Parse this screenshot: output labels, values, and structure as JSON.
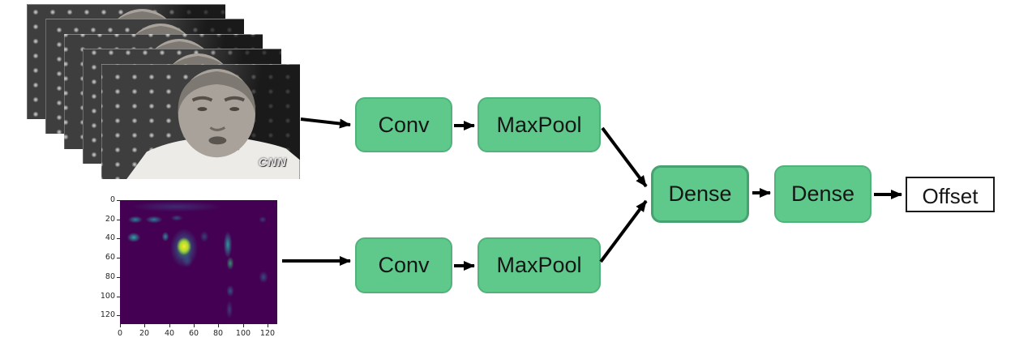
{
  "figure": {
    "type": "neural-network-architecture-diagram",
    "background": "#ffffff"
  },
  "nodes": {
    "conv_top": {
      "label": "Conv"
    },
    "maxpool_top": {
      "label": "MaxPool"
    },
    "conv_bottom": {
      "label": "Conv"
    },
    "maxpool_bottom": {
      "label": "MaxPool"
    },
    "dense_1": {
      "label": "Dense"
    },
    "dense_2": {
      "label": "Dense"
    },
    "offset_output": {
      "label": "Offset"
    }
  },
  "colors": {
    "node_fill": "#5fc98c",
    "node_border": "#52b27c",
    "dense_1_border": "#46a271",
    "output_border": "#1a1a1a",
    "arrow": "#000000",
    "spectrogram_background": "#440154",
    "spectrogram_peak": "#fde725",
    "spectrogram_blob": "#2ab0aa",
    "video_frame_background": "#3e3e3e"
  },
  "inputs": {
    "video_frames": {
      "frame_count": 5,
      "watermark": "CNN"
    },
    "spectrogram": {
      "colormap": "viridis",
      "x_ticks": [
        "0",
        "20",
        "40",
        "60",
        "80",
        "100",
        "120"
      ],
      "y_ticks": [
        "0",
        "20",
        "40",
        "60",
        "80",
        "100",
        "120"
      ]
    }
  }
}
